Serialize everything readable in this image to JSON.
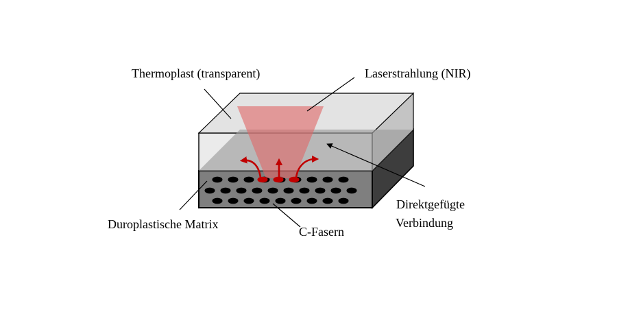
{
  "labels": {
    "thermoplast": "Thermoplast (transparent)",
    "laser": "Laserstrahlung (NIR)",
    "joint_line1": "Direktgefügte",
    "joint_line2": "Verbindung",
    "matrix": "Duroplastische Matrix",
    "fibers": "C-Fasern"
  },
  "colors": {
    "thermoplast_top": "#e3e3e3",
    "thermoplast_front": "#ebebeb",
    "thermoplast_side": "#c4c4c4",
    "matrix_front": "#7f7f7f",
    "matrix_side": "#3d3d3d",
    "laser": "#e06666",
    "heat_arrows": "#c00000",
    "fibers": "#000000"
  }
}
